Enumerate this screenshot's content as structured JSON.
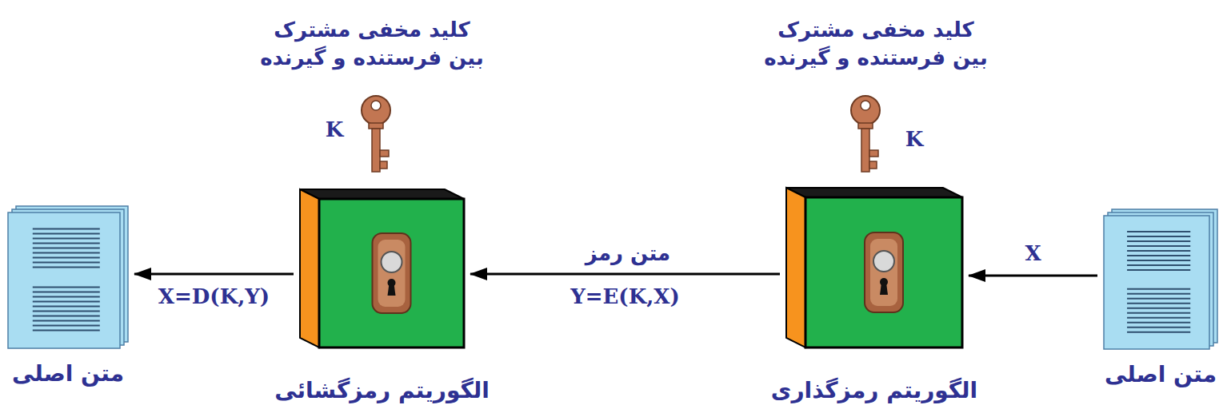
{
  "diagram": {
    "nodes": [
      {
        "text": [
          "متن اصلی"
        ]
      },
      {
        "text": [
          "الگوریتم رمزگذاری"
        ]
      },
      {
        "text": [
          "الگوریتم رمزگشائی"
        ]
      },
      {
        "text": [
          "متن اصلی"
        ]
      }
    ],
    "edges": [
      {
        "from": 0,
        "to": 1,
        "arrow": "to",
        "label": "X"
      },
      {
        "from": 1,
        "to": 2,
        "arrow": "to",
        "label": "Y=E(K,X)"
      },
      {
        "from": 2,
        "to": 3,
        "arrow": "to",
        "label": "X=D(K,Y)"
      }
    ],
    "labels": [
      "کلید مخفی مشترک بین فرستنده و گیرنده",
      "K",
      "کلید مخفی مشترک بین فرستنده و گیرنده",
      "K",
      "متن رمز"
    ]
  }
}
